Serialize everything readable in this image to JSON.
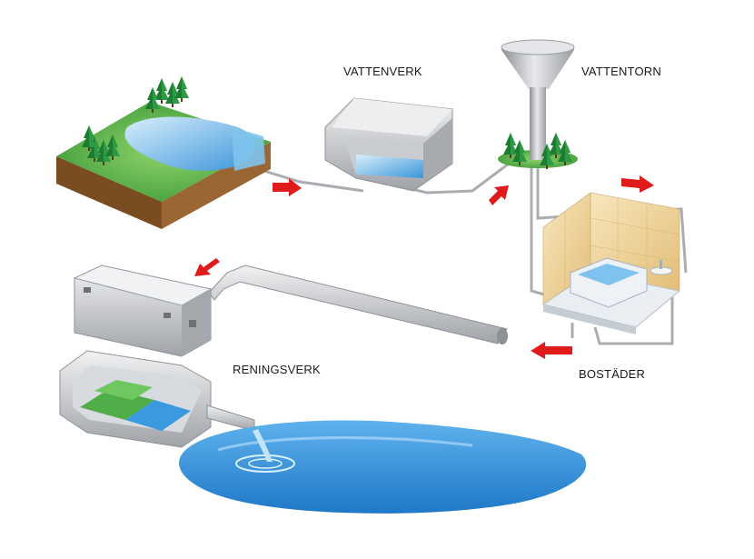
{
  "labels": {
    "waterworks": "VATTENVERK",
    "water_tower": "VATTENTORN",
    "housing": "BOSTÄDER",
    "treatment_plant": "RENINGSVERK"
  },
  "colors": {
    "flow_arrow": "#e01b1b",
    "pipe": "#a9acb0",
    "water": "#2f8fdb",
    "grass": "#5cb85c",
    "soil": "#8a5a2b",
    "tile": "#e9c98a"
  },
  "icons": [
    "lake-terrain-icon",
    "tree-icon",
    "flow-arrow-icon",
    "bathtub-icon",
    "sink-icon"
  ]
}
